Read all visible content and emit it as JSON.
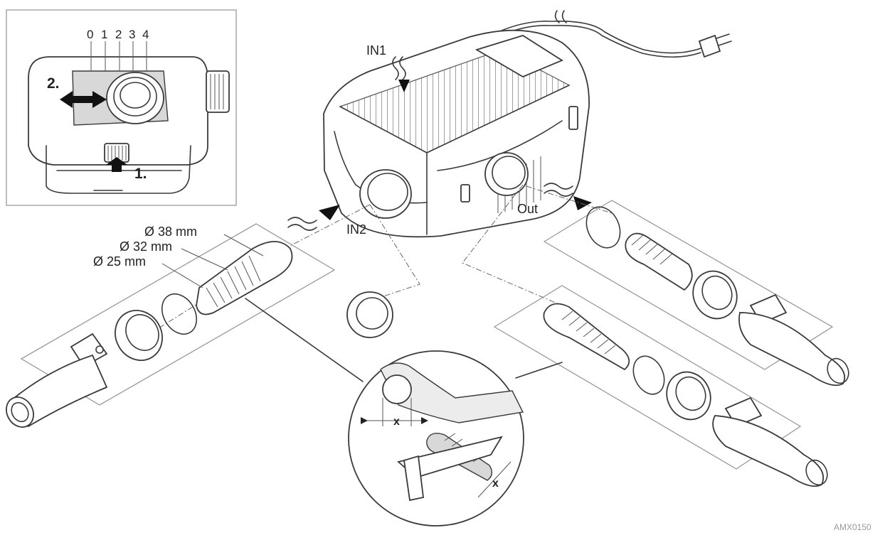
{
  "inset": {
    "scale_labels": [
      "0",
      "1",
      "2",
      "3",
      "4"
    ],
    "step_1": "1.",
    "step_2": "2."
  },
  "pump": {
    "inlet_1": "IN1",
    "inlet_2": "IN2",
    "outlet": "Out"
  },
  "diameters": [
    "Ø 38 mm",
    "Ø 32 mm",
    "Ø 25 mm"
  ],
  "detail": {
    "cut_mark": "x"
  },
  "reference_code": "AMX0150"
}
